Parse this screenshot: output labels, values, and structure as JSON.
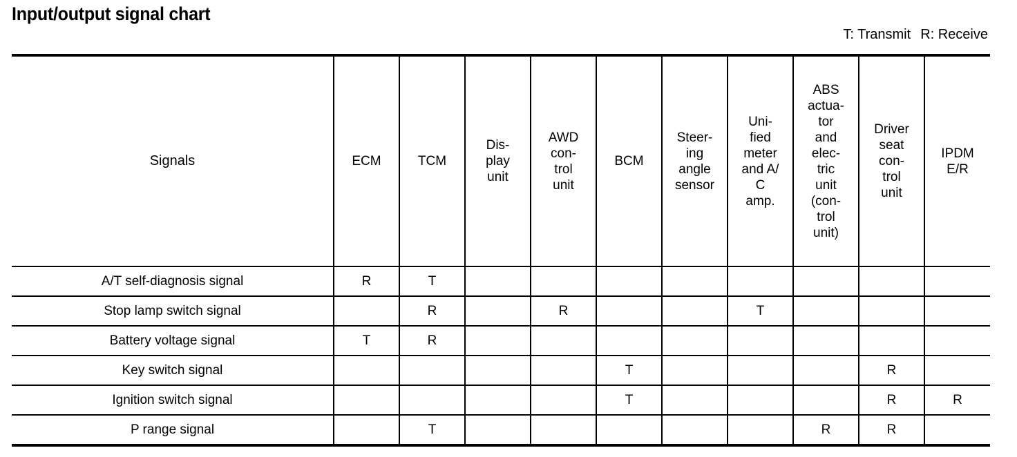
{
  "document": {
    "title": "Input/output signal chart",
    "legend": {
      "transmit": "T: Transmit",
      "receive": "R: Receive"
    }
  },
  "table": {
    "row_header_label": "Signals",
    "columns": [
      {
        "id": "ecm",
        "label": "ECM",
        "lines": [
          "ECM"
        ]
      },
      {
        "id": "tcm",
        "label": "TCM",
        "lines": [
          "TCM"
        ]
      },
      {
        "id": "display",
        "label": "Display unit",
        "lines": [
          "Dis-",
          "play",
          "unit"
        ]
      },
      {
        "id": "awd",
        "label": "AWD control unit",
        "lines": [
          "AWD",
          "con-",
          "trol",
          "unit"
        ]
      },
      {
        "id": "bcm",
        "label": "BCM",
        "lines": [
          "BCM"
        ]
      },
      {
        "id": "steering",
        "label": "Steering angle sensor",
        "lines": [
          "Steer-",
          "ing",
          "angle",
          "sensor"
        ]
      },
      {
        "id": "unified",
        "label": "Unified meter and A/C amp.",
        "lines": [
          "Uni-",
          "fied",
          "meter",
          "and A/",
          "C",
          "amp."
        ]
      },
      {
        "id": "abs",
        "label": "ABS actuator and electric unit (control unit)",
        "lines": [
          "ABS",
          "actua-",
          "tor",
          "and",
          "elec-",
          "tric",
          "unit",
          "(con-",
          "trol",
          "unit)"
        ]
      },
      {
        "id": "driver_seat",
        "label": "Driver seat control unit",
        "lines": [
          "Driver",
          "seat",
          "con-",
          "trol",
          "unit"
        ]
      },
      {
        "id": "ipdm",
        "label": "IPDM E/R",
        "lines": [
          "IPDM",
          "E/R"
        ]
      }
    ],
    "rows": [
      {
        "signal": "A/T self-diagnosis signal",
        "cells": [
          "R",
          "T",
          "",
          "",
          "",
          "",
          "",
          "",
          "",
          ""
        ]
      },
      {
        "signal": "Stop lamp switch signal",
        "cells": [
          "",
          "R",
          "",
          "R",
          "",
          "",
          "T",
          "",
          "",
          ""
        ]
      },
      {
        "signal": "Battery voltage signal",
        "cells": [
          "T",
          "R",
          "",
          "",
          "",
          "",
          "",
          "",
          "",
          ""
        ]
      },
      {
        "signal": "Key switch signal",
        "cells": [
          "",
          "",
          "",
          "",
          "T",
          "",
          "",
          "",
          "R",
          ""
        ]
      },
      {
        "signal": "Ignition switch signal",
        "cells": [
          "",
          "",
          "",
          "",
          "T",
          "",
          "",
          "",
          "R",
          "R"
        ]
      },
      {
        "signal": "P range signal",
        "cells": [
          "",
          "T",
          "",
          "",
          "",
          "",
          "",
          "R",
          "R",
          ""
        ]
      }
    ]
  }
}
